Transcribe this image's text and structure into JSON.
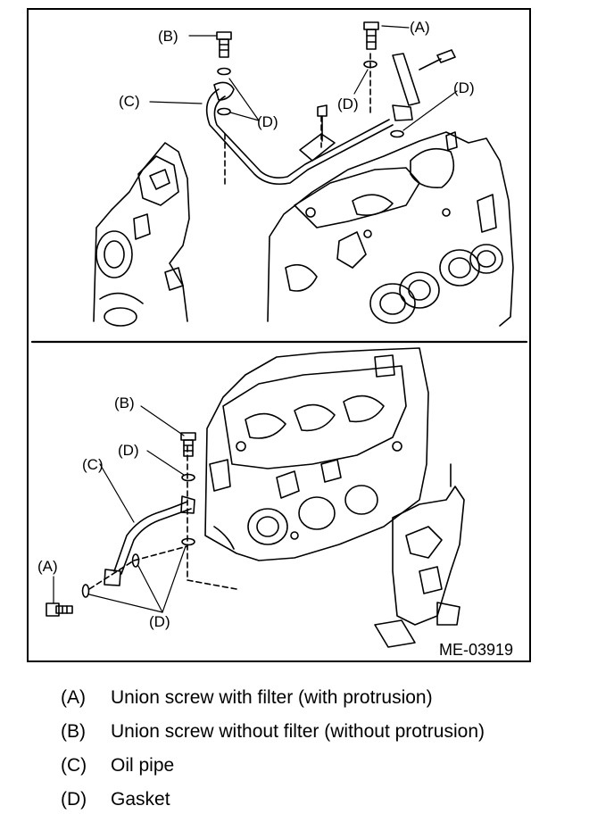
{
  "figure": {
    "code": "ME-03919",
    "callouts": {
      "top_a": "(A)",
      "top_b": "(B)",
      "top_c": "(C)",
      "top_d_left": "(D)",
      "top_d_mid": "(D)",
      "top_d_right": "(D)",
      "bottom_a": "(A)",
      "bottom_b": "(B)",
      "bottom_c": "(C)",
      "bottom_d_upper": "(D)",
      "bottom_d_lower": "(D)"
    }
  },
  "legend": [
    {
      "key": "(A)",
      "text": "Union screw with filter (with protrusion)"
    },
    {
      "key": "(B)",
      "text": "Union screw without filter (without protrusion)"
    },
    {
      "key": "(C)",
      "text": "Oil pipe"
    },
    {
      "key": "(D)",
      "text": "Gasket"
    }
  ]
}
